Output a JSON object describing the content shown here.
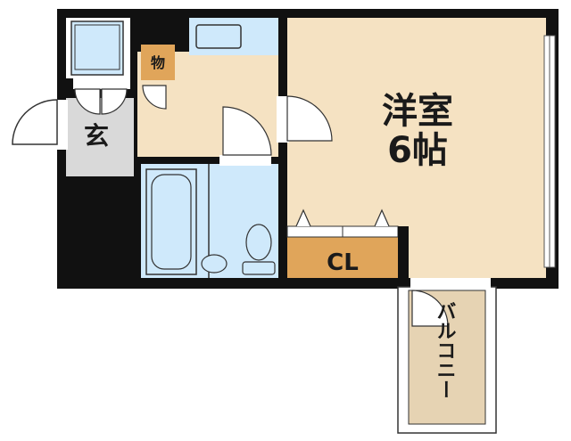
{
  "rooms": {
    "western_room": {
      "line1": "洋室",
      "line2": "6帖"
    },
    "entrance": "玄",
    "storage": "物",
    "closet": "CL",
    "balcony": "バルコニー"
  },
  "colors": {
    "wall": "#111111",
    "floor_western": "#f5e2c2",
    "floor_corridor": "#f5e2c2",
    "floor_entrance": "#d9d9d9",
    "floor_wet": "#cfe9fb",
    "floor_closet": "#e0a55a",
    "floor_storage": "#e0a55a",
    "floor_balcony": "#e6d3b3",
    "fixture_fill": "#ffffff",
    "fixture_stroke": "#333333"
  }
}
